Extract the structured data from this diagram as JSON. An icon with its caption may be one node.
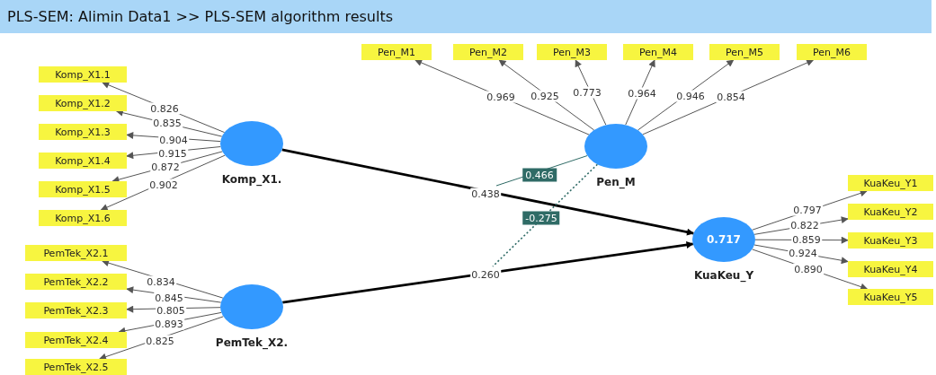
{
  "diagram": {
    "title": "PLS-SEM: Alimin Data1 >> PLS-SEM algorithm results",
    "nodes": [
      {
        "text": [
          "Komp_X1.1"
        ]
      },
      {
        "text": [
          "Komp_X1.2"
        ]
      },
      {
        "text": [
          "Komp_X1.3"
        ]
      },
      {
        "text": [
          "Komp_X1.4"
        ]
      },
      {
        "text": [
          "Komp_X1.5"
        ]
      },
      {
        "text": [
          "Komp_X1.6"
        ]
      },
      {
        "text": [
          "Komp_X1."
        ]
      },
      {
        "text": [
          "PemTek_X2.1"
        ]
      },
      {
        "text": [
          "PemTek_X2.2"
        ]
      },
      {
        "text": [
          "PemTek_X2.3"
        ]
      },
      {
        "text": [
          "PemTek_X2.4"
        ]
      },
      {
        "text": [
          "PemTek_X2.5"
        ]
      },
      {
        "text": [
          "PemTek_X2."
        ]
      },
      {
        "text": [
          "Pen_M1"
        ]
      },
      {
        "text": [
          "Pen_M2"
        ]
      },
      {
        "text": [
          "Pen_M3"
        ]
      },
      {
        "text": [
          "Pen_M4"
        ]
      },
      {
        "text": [
          "Pen_M5"
        ]
      },
      {
        "text": [
          "Pen_M6"
        ]
      },
      {
        "text": [
          "Pen_M"
        ]
      },
      {
        "text": [
          "0.717",
          "KuaKeu_Y"
        ]
      },
      {
        "text": [
          "KuaKeu_Y1"
        ]
      },
      {
        "text": [
          "KuaKeu_Y2"
        ]
      },
      {
        "text": [
          "KuaKeu_Y3"
        ]
      },
      {
        "text": [
          "KuaKeu_Y4"
        ]
      },
      {
        "text": [
          "KuaKeu_Y5"
        ]
      }
    ],
    "edges": [
      {
        "from": 6,
        "to": 0,
        "arrow": "to",
        "label": "0.826"
      },
      {
        "from": 6,
        "to": 1,
        "arrow": "to",
        "label": "0.835"
      },
      {
        "from": 6,
        "to": 2,
        "arrow": "to",
        "label": "0.904"
      },
      {
        "from": 6,
        "to": 3,
        "arrow": "to",
        "label": "0.915"
      },
      {
        "from": 6,
        "to": 4,
        "arrow": "to",
        "label": "0.872"
      },
      {
        "from": 6,
        "to": 5,
        "arrow": "to",
        "label": "0.902"
      },
      {
        "from": 12,
        "to": 7,
        "arrow": "to",
        "label": "0.834"
      },
      {
        "from": 12,
        "to": 8,
        "arrow": "to",
        "label": "0.845"
      },
      {
        "from": 12,
        "to": 9,
        "arrow": "to",
        "label": "0.805"
      },
      {
        "from": 12,
        "to": 10,
        "arrow": "to",
        "label": "0.893"
      },
      {
        "from": 12,
        "to": 11,
        "arrow": "to",
        "label": "0.825"
      },
      {
        "from": 19,
        "to": 13,
        "arrow": "to",
        "label": "0.969"
      },
      {
        "from": 19,
        "to": 14,
        "arrow": "to",
        "label": "0.925"
      },
      {
        "from": 19,
        "to": 15,
        "arrow": "to",
        "label": "0.773"
      },
      {
        "from": 19,
        "to": 16,
        "arrow": "to",
        "label": "0.964"
      },
      {
        "from": 19,
        "to": 17,
        "arrow": "to",
        "label": "0.946"
      },
      {
        "from": 19,
        "to": 18,
        "arrow": "to",
        "label": "0.854"
      },
      {
        "from": 6,
        "to": 20,
        "arrow": "to",
        "label": "0.438",
        "style": "thick",
        "color": "#000000"
      },
      {
        "from": 12,
        "to": 20,
        "arrow": "to",
        "label": "0.260",
        "style": "thick",
        "color": "#000000"
      },
      {
        "from": 20,
        "to": 21,
        "arrow": "to",
        "label": "0.797"
      },
      {
        "from": 20,
        "to": 22,
        "arrow": "to",
        "label": "0.822"
      },
      {
        "from": 20,
        "to": 23,
        "arrow": "to",
        "label": "0.859"
      },
      {
        "from": 20,
        "to": 24,
        "arrow": "to",
        "label": "0.924"
      },
      {
        "from": 20,
        "to": 25,
        "arrow": "to",
        "label": "0.890"
      },
      {
        "from": 19,
        "to": null,
        "arrow": "none",
        "label": "0.466",
        "color": "#2f6b66"
      },
      {
        "from": 19,
        "to": null,
        "arrow": "none",
        "label": "-0.275",
        "style": "dashed",
        "color": "#2f6b66"
      }
    ]
  }
}
